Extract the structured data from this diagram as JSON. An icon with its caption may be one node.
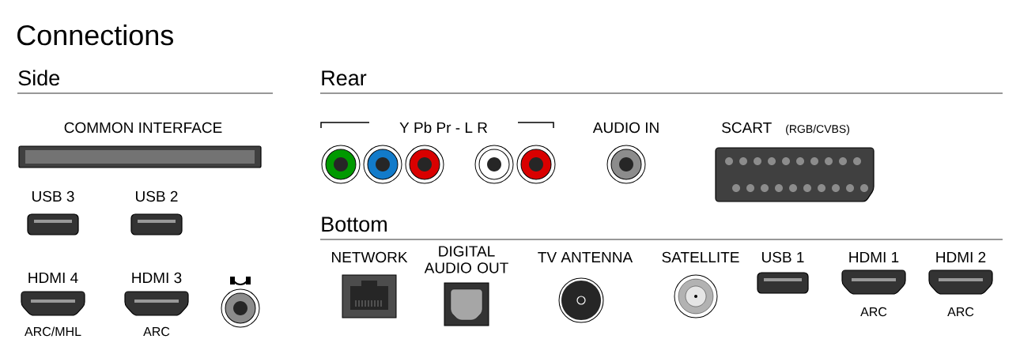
{
  "diagram": {
    "title": "Connections",
    "labels": [
      "Side",
      "Rear",
      "COMMON INTERFACE",
      "Y Pb Pr - L R",
      "AUDIO IN",
      "SCART",
      "(RGB/CVBS)",
      "USB 3",
      "USB 2",
      "Bottom",
      "NETWORK",
      "DIGITAL AUDIO OUT",
      "TV ANTENNA",
      "SATELLITE",
      "USB 1",
      "HDMI 1",
      "HDMI 2",
      "HDMI 4",
      "HDMI 3",
      "ARC",
      "ARC",
      "ARC/MHL",
      "ARC"
    ]
  }
}
